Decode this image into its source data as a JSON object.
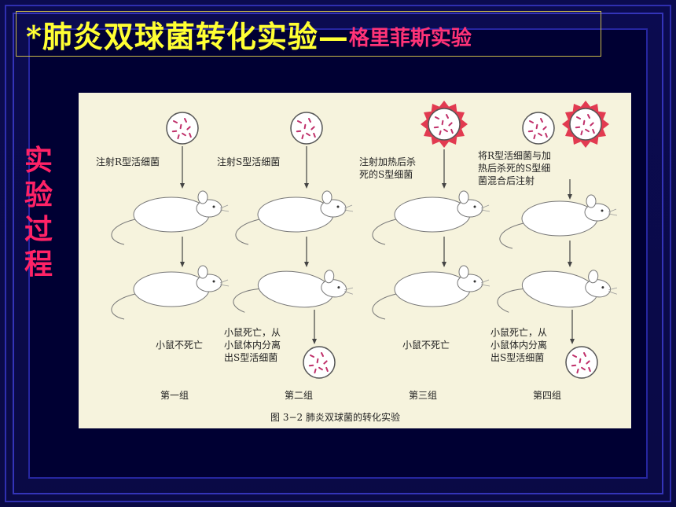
{
  "slide": {
    "title_main": "*肺炎双球菌转化实验—",
    "title_sub": "格里菲斯实验",
    "side_label": [
      "实",
      "验",
      "过",
      "程"
    ]
  },
  "figure": {
    "groups": [
      {
        "inject_label": "注射R型活细菌",
        "result_label": "小鼠不死亡",
        "group_label": "第一组"
      },
      {
        "inject_label": "注射S型活细菌",
        "result_label": [
          "小鼠死亡，从",
          "小鼠体内分离",
          "出S型活细菌"
        ],
        "group_label": "第二组"
      },
      {
        "inject_label": [
          "注射加热后杀",
          "死的S型细菌"
        ],
        "result_label": "小鼠不死亡",
        "group_label": "第三组"
      },
      {
        "inject_label": [
          "将R型活细菌与加",
          "热后杀死的S型细",
          "菌混合后注射"
        ],
        "result_label": [
          "小鼠死亡，从",
          "小鼠体内分离",
          "出S型活细菌"
        ],
        "group_label": "第四组"
      }
    ],
    "caption": "图 3−2  肺炎双球菌的转化实验",
    "colors": {
      "dead_bacteria_halo": "#e23a50",
      "bacteria": "#c0306a"
    }
  }
}
